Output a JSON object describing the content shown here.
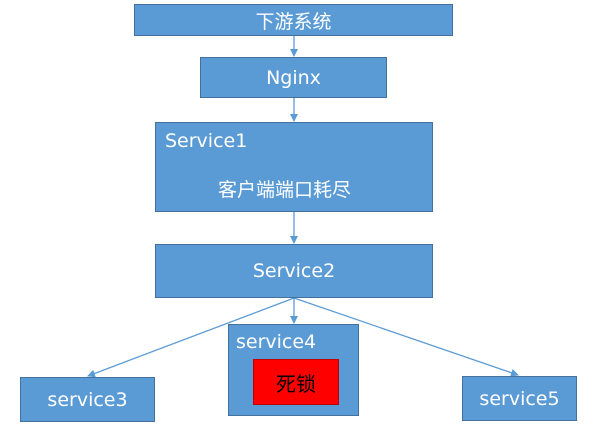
{
  "nodes": {
    "downstream": "下游系统",
    "nginx": "Nginx",
    "service1": {
      "name": "Service1",
      "note": "客户端端口耗尽"
    },
    "service2": "Service2",
    "service3": "service3",
    "service4": {
      "name": "service4",
      "status": "死锁"
    },
    "service5": "service5"
  },
  "colors": {
    "box_fill": "#5b9bd5",
    "box_border": "#41719c",
    "deadlock_fill": "#ff0000",
    "connector": "#5b9bd5"
  }
}
